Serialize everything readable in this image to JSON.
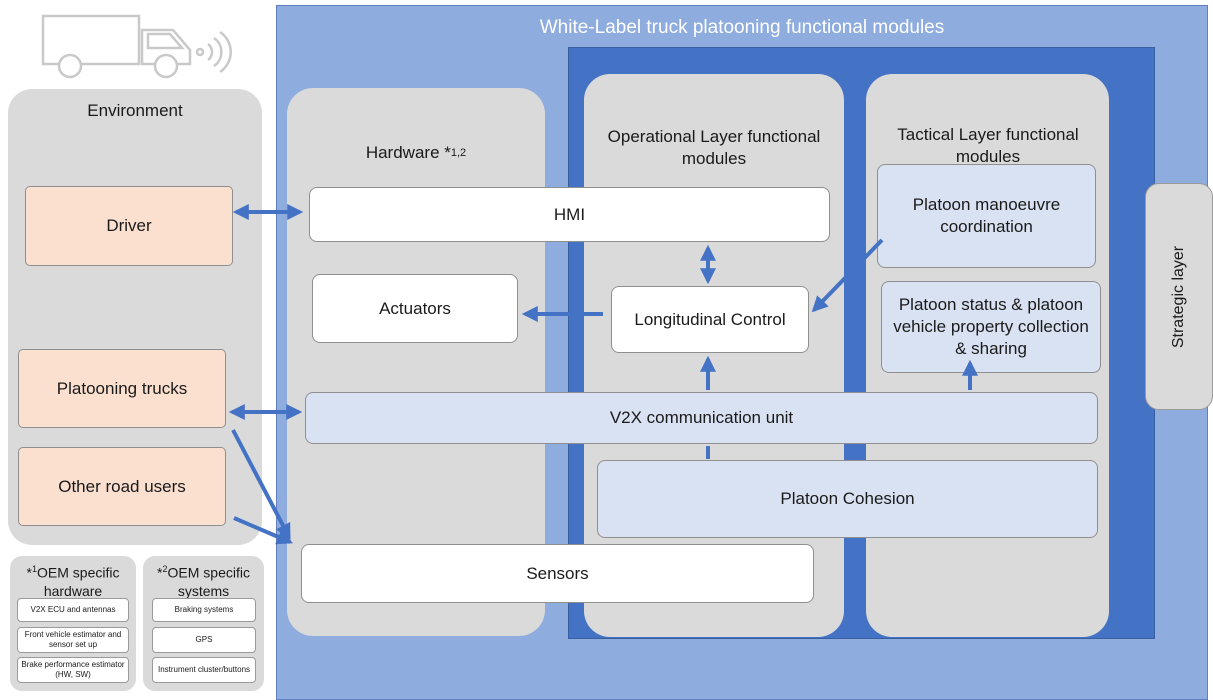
{
  "title": "White-Label truck platooning functional modules",
  "icon": "truck-wireless-icon",
  "colors": {
    "main_panel": "#8eacde",
    "dark_panel": "#4472c4",
    "gray_panel": "#dadada",
    "orange_box": "#fbe0d0",
    "light_blue_box": "#d9e2f3",
    "arrow": "#4472c4"
  },
  "environment": {
    "title": "Environment",
    "driver": "Driver",
    "platooning_trucks": "Platooning trucks",
    "other_road_users": "Other road users"
  },
  "hardware": {
    "title": "Hardware *",
    "superscript": "1,2"
  },
  "operational": {
    "title": "Operational Layer functional modules"
  },
  "tactical": {
    "title": "Tactical Layer functional modules",
    "manoeuvre": "Platoon manoeuvre coordination",
    "status": "Platoon status & platoon vehicle property collection & sharing"
  },
  "modules": {
    "hmi": "HMI",
    "actuators": "Actuators",
    "longitudinal": "Longitudinal Control",
    "v2x": "V2X communication unit",
    "cohesion": "Platoon Cohesion",
    "sensors": "Sensors"
  },
  "strategic": "Strategic layer",
  "oem_hardware": {
    "prefix": "*",
    "sup": "1",
    "title": "OEM specific hardware",
    "items": [
      "V2X ECU and antennas",
      "Front vehicle estimator and sensor set up",
      "Brake performance estimator (HW, SW)"
    ]
  },
  "oem_systems": {
    "prefix": "*",
    "sup": "2",
    "title": "OEM specific systems",
    "items": [
      "Braking systems",
      "GPS",
      "Instrument cluster/buttons"
    ]
  }
}
